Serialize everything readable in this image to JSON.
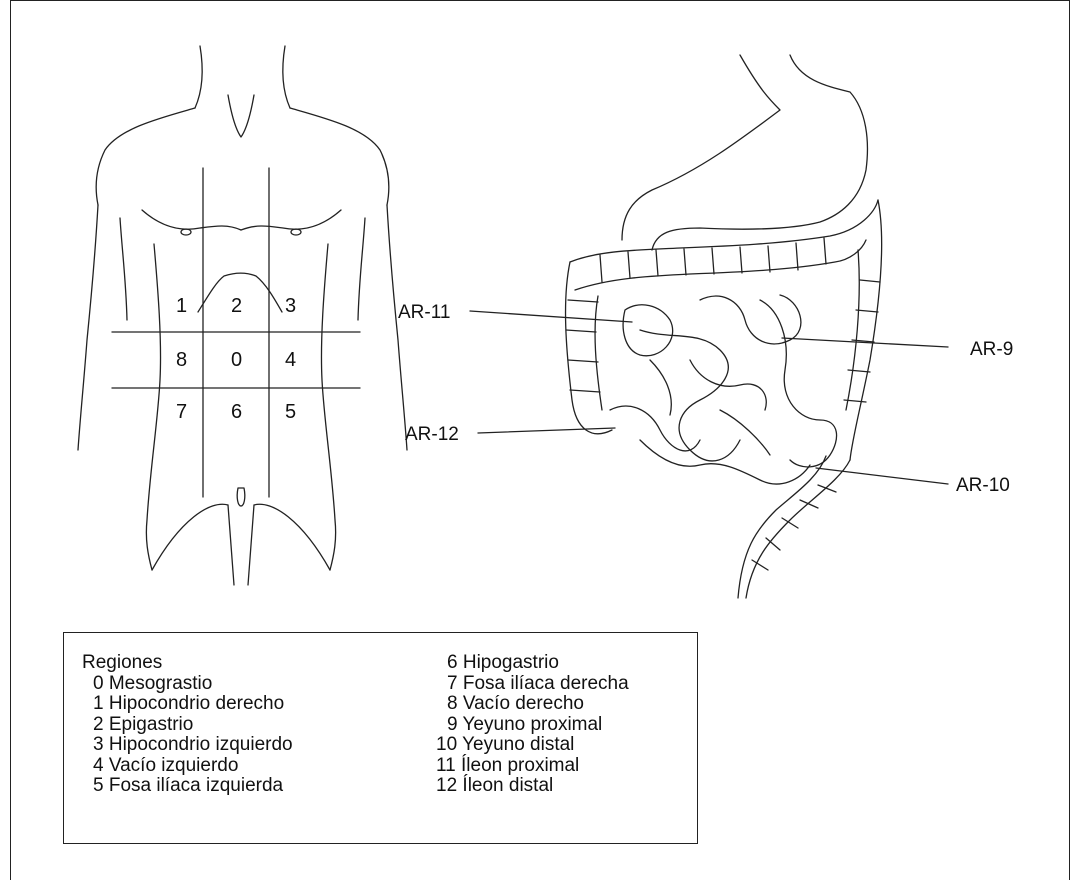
{
  "diagram": {
    "regions_grid": [
      "1",
      "2",
      "3",
      "8",
      "0",
      "4",
      "7",
      "6",
      "5"
    ],
    "callouts": [
      "AR-11",
      "AR-9",
      "AR-12",
      "AR-10"
    ]
  },
  "legend": {
    "heading": "Regiones",
    "left_items": [
      "0 Mesograstio",
      "1 Hipocondrio derecho",
      "2 Epigastrio",
      "3 Hipocondrio izquierdo",
      "4 Vacío izquierdo",
      "5 Fosa ilíaca izquierda"
    ],
    "right_items": [
      "6 Hipogastrio",
      "7 Fosa ilíaca derecha",
      "8 Vacío derecho",
      "9 Yeyuno proximal",
      "10 Yeyuno distal",
      "11 Íleon proximal",
      "12 Íleon distal"
    ]
  }
}
